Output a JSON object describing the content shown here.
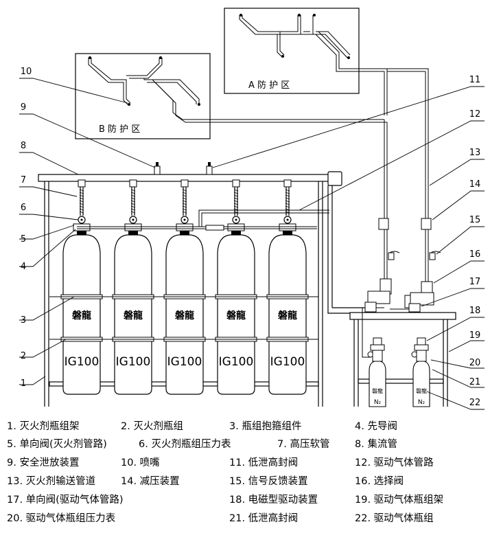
{
  "zones": {
    "a": "A 防 护 区",
    "b": "B 防 护 区"
  },
  "callout_numbers": [
    "1",
    "2",
    "3",
    "4",
    "5",
    "6",
    "7",
    "8",
    "9",
    "10",
    "11",
    "12",
    "13",
    "14",
    "15",
    "16",
    "17",
    "18",
    "19",
    "20",
    "21",
    "22"
  ],
  "cylinder": {
    "brand": "磐龍",
    "model": "IG100"
  },
  "small_cylinder": {
    "brand": "磐龍",
    "gas": "N₂"
  },
  "legend": [
    "1. 灭火剂瓶组架",
    "2. 灭火剂瓶组",
    "3. 瓶组抱箍组件",
    "4. 先导阀",
    "5. 单向阀(灭火剂管路)",
    "6. 灭火剂瓶组压力表",
    "7. 高压软管",
    "8. 集流管",
    "9. 安全泄放装置",
    "10. 喷嘴",
    "11. 低泄高封阀",
    "12. 驱动气体管路",
    "13. 灭火剂输送管道",
    "14. 减压装置",
    "15. 信号反馈装置",
    "16. 选择阀",
    "17. 单向阀(驱动气体管路)",
    "18. 电磁型驱动装置",
    "19. 驱动气体瓶组架",
    "20. 驱动气体瓶组压力表",
    "21. 低泄高封阀",
    "22. 驱动气体瓶组"
  ]
}
